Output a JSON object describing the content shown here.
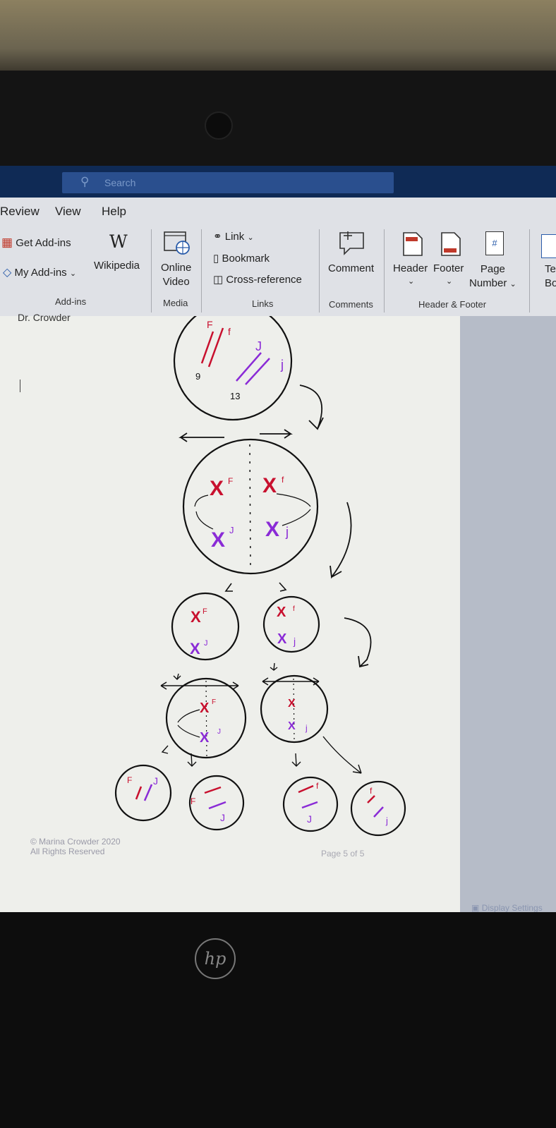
{
  "titlebar": {
    "search_placeholder": "Search"
  },
  "menu": {
    "tabs": [
      "Review",
      "View",
      "Help"
    ]
  },
  "ribbon": {
    "addins": {
      "get_addins": "Get Add-ins",
      "my_addins": "My Add-ins",
      "group": "Add-ins"
    },
    "wikipedia": {
      "label": "Wikipedia",
      "logo": "W"
    },
    "media": {
      "online_video_line1": "Online",
      "online_video_line2": "Video",
      "group": "Media"
    },
    "links": {
      "link": "Link",
      "bookmark": "Bookmark",
      "cross_reference": "Cross-reference",
      "group": "Links"
    },
    "comments": {
      "comment": "Comment",
      "group": "Comments"
    },
    "header_footer": {
      "header": "Header",
      "footer": "Footer",
      "page_number_line1": "Page",
      "page_number_line2": "Number",
      "page_number_icon": "#",
      "group": "Header & Footer"
    },
    "textbox": {
      "line1": "Te",
      "line2": "Box"
    }
  },
  "document": {
    "author": "Dr. Crowder",
    "copyright_line1": "© Marina Crowder 2020",
    "copyright_line2": "All Rights Reserved",
    "page_number": "Page 5 of 5",
    "drawing_labels": {
      "f_upper": "F",
      "f_lower": "f",
      "j_upper": "J",
      "j_lower": "j",
      "chrom_9": "9",
      "chrom_13": "13"
    }
  },
  "statusbar": {
    "display_settings": "Display Settings"
  },
  "hardware": {
    "logo": "hp"
  },
  "colors": {
    "red_chromosome": "#c8102e",
    "purple_chromosome": "#8a2bd6",
    "ink": "#111111"
  }
}
